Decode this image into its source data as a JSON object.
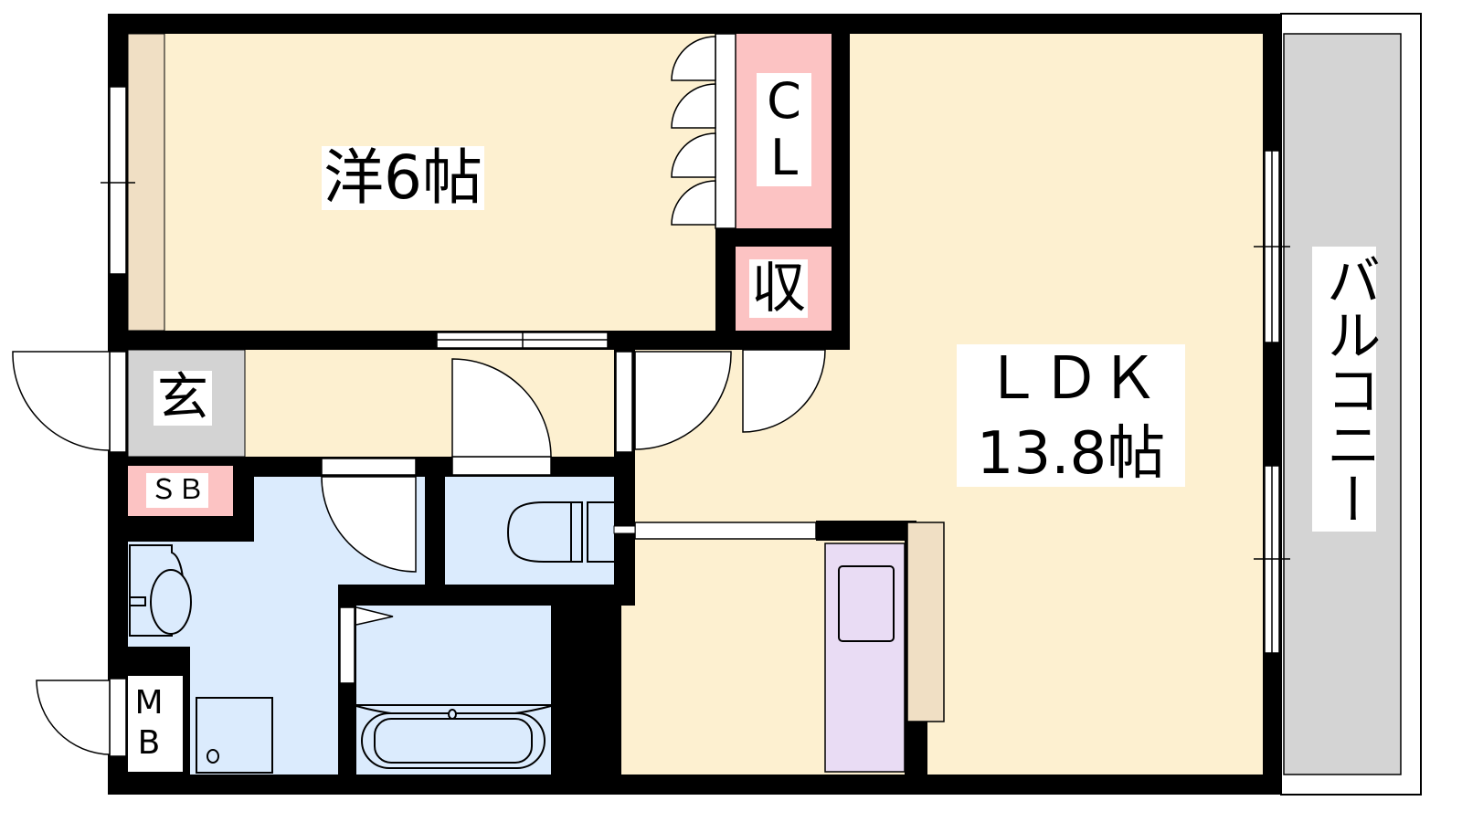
{
  "rooms": {
    "western": {
      "label": "洋6帖"
    },
    "closet": {
      "label_line1": "C",
      "label_line2": "L"
    },
    "storage": {
      "label": "収"
    },
    "ldk": {
      "label": "ＬＤＫ",
      "size": "13.8帖"
    },
    "entrance": {
      "label": "玄"
    },
    "shoe_box": {
      "label": "ＳＢ"
    },
    "meter_box": {
      "label_line1": "M",
      "label_line2": "B"
    },
    "balcony": {
      "label": "バルコニー"
    }
  },
  "colors": {
    "wall": "#000000",
    "living": "#fdf0d0",
    "wet": "#dbebfd",
    "storage": "#fcc3c3",
    "entrance": "#d3d3d3",
    "balcony": "#d4d4d4",
    "kitchen": "#e9dcf4",
    "counter": "#f0dfc4"
  }
}
